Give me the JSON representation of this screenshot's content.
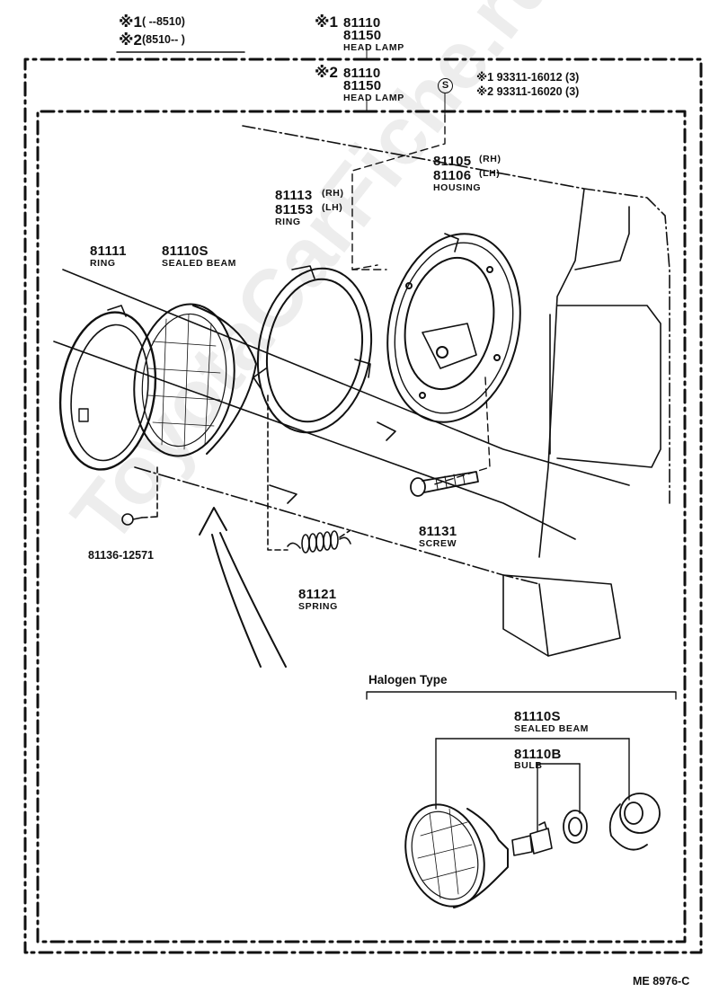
{
  "note": {
    "mark1": "※1",
    "mark1_range": "(      --8510)",
    "mark2": "※2",
    "mark2_range": "(8510--      )"
  },
  "assemblies": [
    {
      "mark": "※1",
      "parts": [
        "81110",
        "81150"
      ],
      "name": "HEAD LAMP"
    },
    {
      "mark": "※2",
      "parts": [
        "81110",
        "81150"
      ],
      "name": "HEAD LAMP"
    }
  ],
  "screws_note": {
    "symbol": "S",
    "line1": "※1 93311-16012 (3)",
    "line2": "※2 93311-16020 (3)"
  },
  "parts": {
    "housing": {
      "rh": "81105",
      "rh_tag": "(RH)",
      "lh": "81106",
      "lh_tag": "(LH)",
      "name": "HOUSING"
    },
    "ring_mount": {
      "rh": "81113",
      "rh_tag": "(RH)",
      "lh": "81153",
      "lh_tag": "(LH)",
      "name": "RING"
    },
    "ring_outer": {
      "number": "81111",
      "name": "RING"
    },
    "sealed_beam": {
      "number": "81110S",
      "name": "SEALED BEAM"
    },
    "screw": {
      "number": "81131",
      "name": "SCREW"
    },
    "spring": {
      "number": "81121",
      "name": "SPRING"
    },
    "small_screw": {
      "number": "81136-12571"
    }
  },
  "halogen": {
    "title": "Halogen  Type",
    "beam_number": "81110S",
    "beam_name": "SEALED BEAM",
    "bulb_number": "81110B",
    "bulb_name": "BULB"
  },
  "footer_code": "ME  8976-C",
  "watermark": "ToyotaCarFiche.ru"
}
